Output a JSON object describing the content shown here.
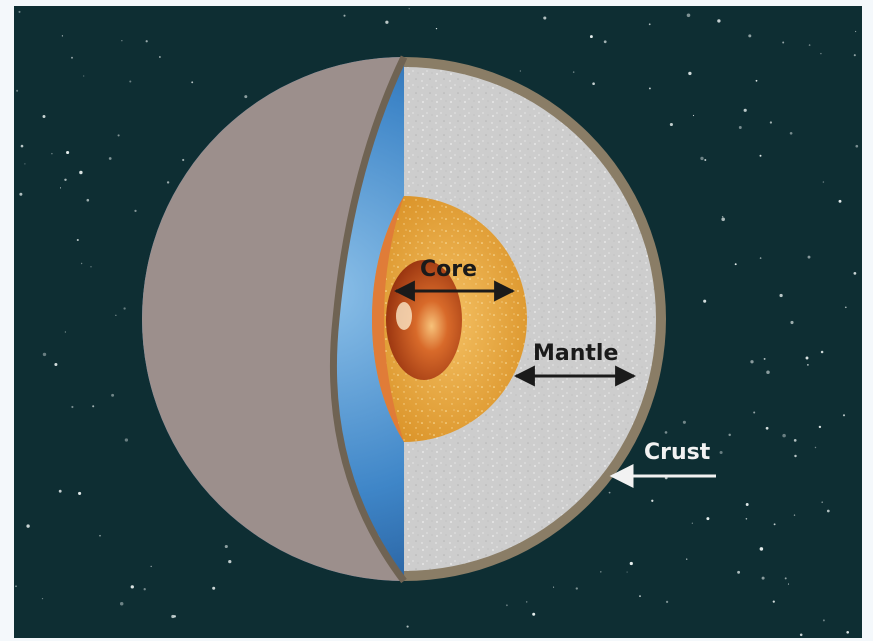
{
  "labels": {
    "core": "Core",
    "mantle": "Mantle",
    "crust": "Crust"
  },
  "colors": {
    "space": "#0e2e33",
    "label_text": "#1a1a1a",
    "crust_label_text": "#f2f2f2",
    "ocean": "#3f86c8",
    "crust_rim": "#8a7d66",
    "mantle_section": "#cfcfcf",
    "outer_core": "#e9a637",
    "inner_core": "#c7521a"
  }
}
